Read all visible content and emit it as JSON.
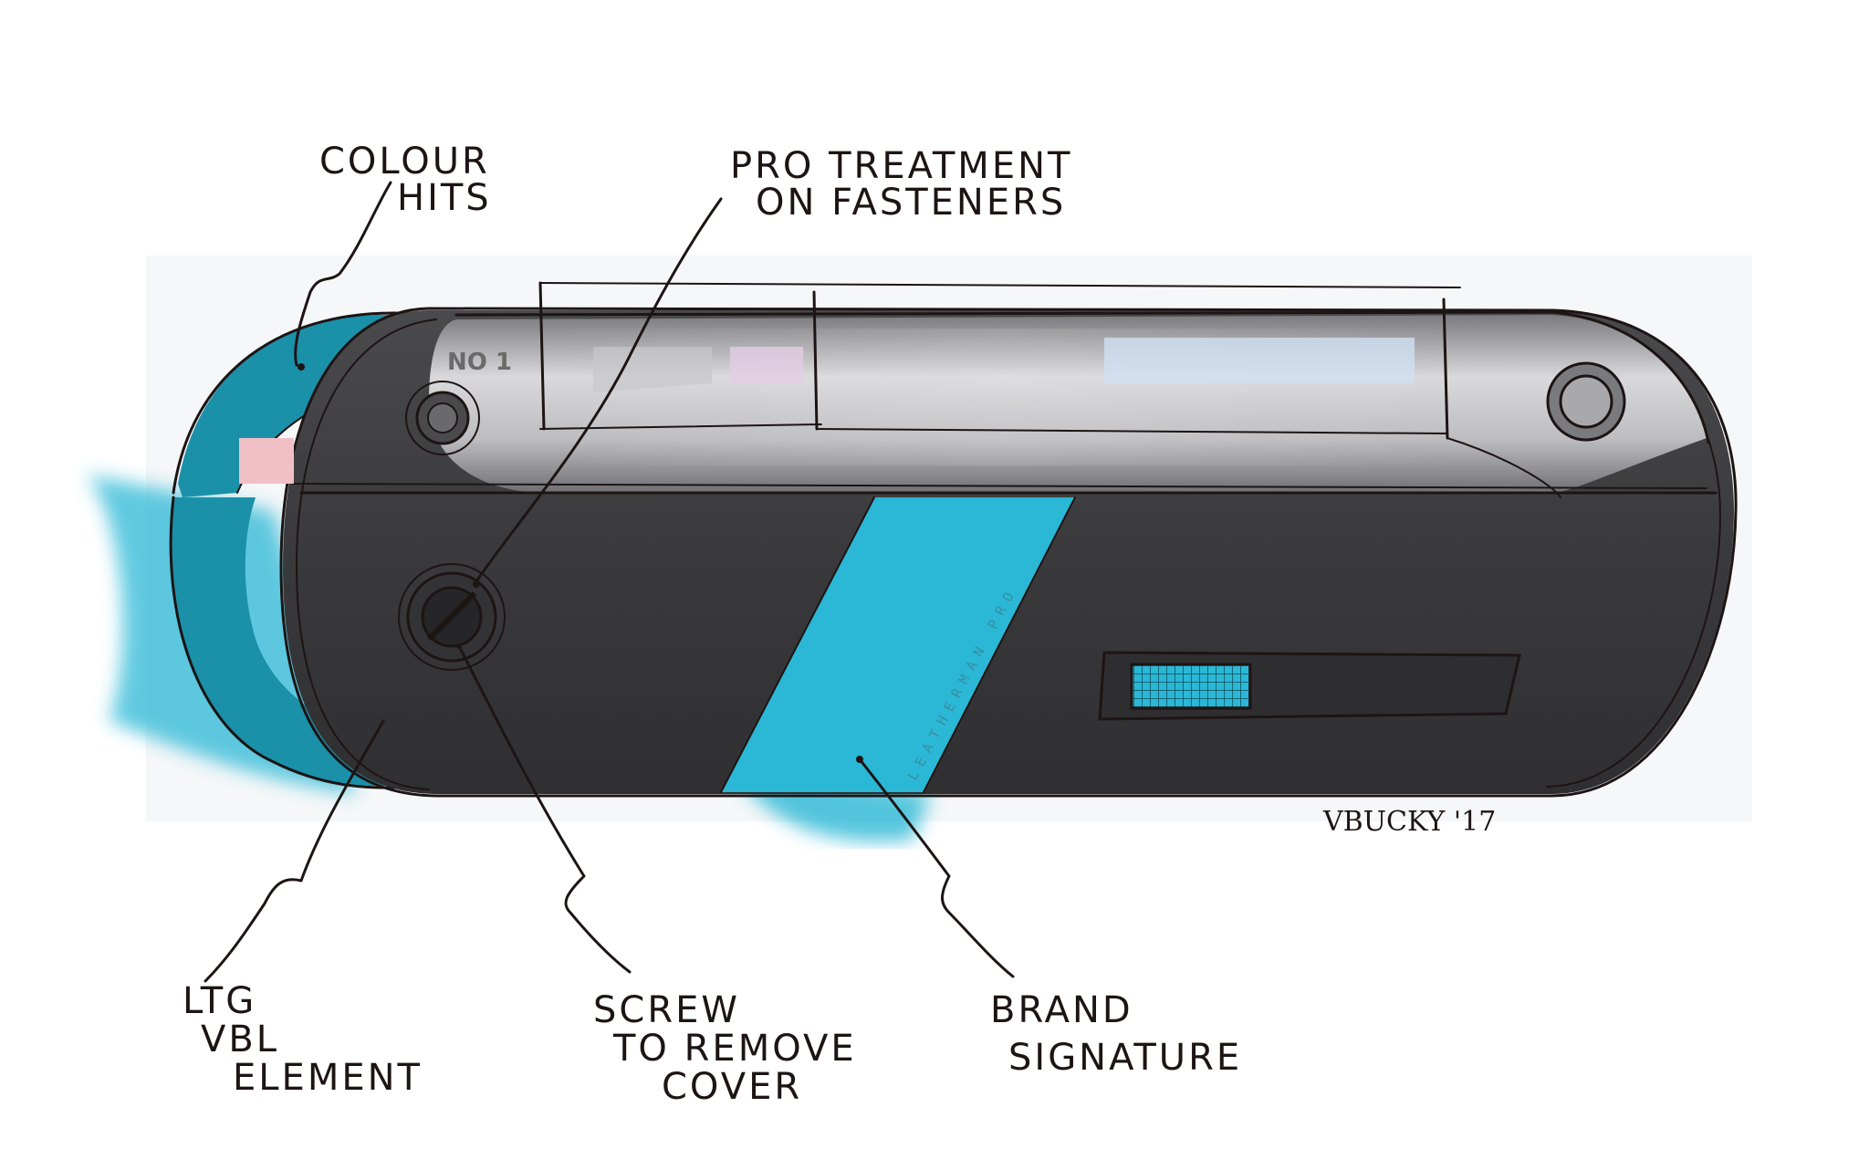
{
  "callouts": {
    "colour_hits": [
      "COLOUR",
      "HITS"
    ],
    "pro_treatment": [
      "PRO TREATMENT",
      "ON FASTENERS"
    ],
    "ltg_vbl": [
      "LTG",
      "VBL",
      "ELEMENT"
    ],
    "screw": [
      "SCREW",
      "TO REMOVE",
      "COVER"
    ],
    "brand": [
      "BRAND",
      "SIGNATURE"
    ]
  },
  "device": {
    "brand_mark": "LEATHERMAN PRO",
    "engraving": "NO 1"
  },
  "signature": "VBUCKY '17",
  "colors": {
    "ink": "#1d1414",
    "body": "#3c3c3e",
    "cap": "#b9b9bd",
    "accent": "#2ab8d6",
    "accent_dark": "#1b90a9"
  },
  "icons": [
    "screw-icon",
    "fastener-icon",
    "window-grid-icon"
  ]
}
